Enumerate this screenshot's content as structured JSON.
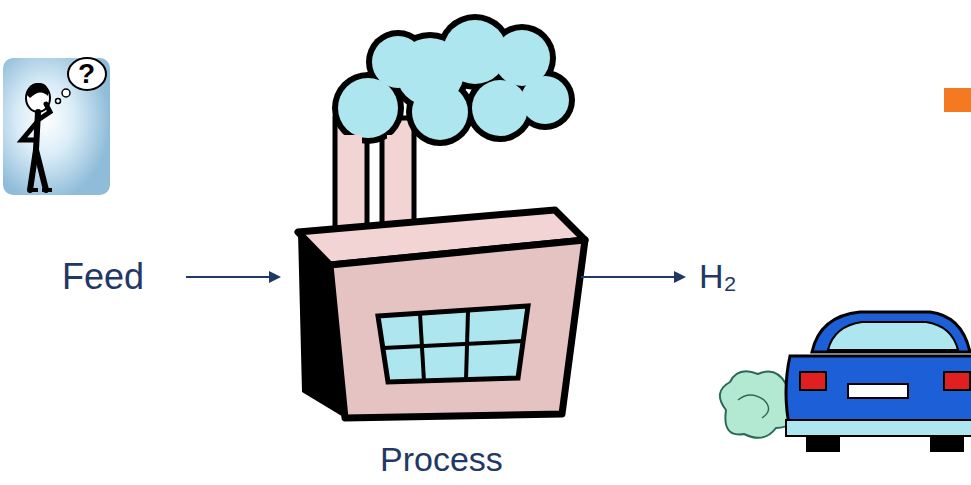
{
  "diagram": {
    "nodes": [
      {
        "text": [
          "Feed"
        ]
      },
      {
        "text": [
          "Process"
        ]
      },
      {
        "text": [
          "H₂"
        ]
      }
    ],
    "edges": [
      {
        "from": 0,
        "to": 1,
        "arrow": "to"
      },
      {
        "from": 1,
        "to": 2,
        "arrow": "to"
      }
    ],
    "labels": [
      "?"
    ]
  }
}
